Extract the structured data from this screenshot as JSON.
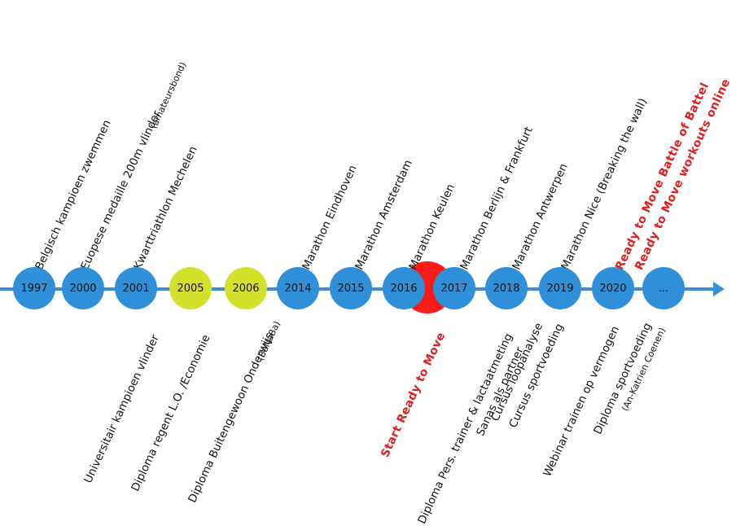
{
  "colors": {
    "line": "#3a8fd6",
    "node_blue": "#2f8fd8",
    "node_yellow": "#d4e12a",
    "highlight_red": "#ff1a1a",
    "text": "#111111",
    "text_red": "#e02020"
  },
  "timeline": {
    "nodes": [
      {
        "year": "1997",
        "color": "blue"
      },
      {
        "year": "2000",
        "color": "blue"
      },
      {
        "year": "2001",
        "color": "blue"
      },
      {
        "year": "2005",
        "color": "yellow"
      },
      {
        "year": "2006",
        "color": "yellow"
      },
      {
        "year": "2014",
        "color": "blue"
      },
      {
        "year": "2015",
        "color": "blue"
      },
      {
        "year": "2016",
        "color": "blue"
      },
      {
        "year": "2017",
        "color": "blue"
      },
      {
        "year": "2018",
        "color": "blue"
      },
      {
        "year": "2019",
        "color": "blue"
      },
      {
        "year": "2020",
        "color": "blue"
      },
      {
        "year": "...",
        "color": "blue"
      }
    ],
    "labels_above": [
      {
        "text": "Belgisch kampioen zwemmen"
      },
      {
        "text": "Euopese medaille 200m vlinder"
      },
      {
        "text": "(amateursbond)"
      },
      {
        "text": "Kwarttriathlon Mechelen"
      },
      {
        "text": "Marathon Eindhoven"
      },
      {
        "text": "Marathon Amsterdam"
      },
      {
        "text": "Marathon Keulen"
      },
      {
        "text": "Marathon Berlijn & Frankfurt"
      },
      {
        "text": "Marathon Antwerpen"
      },
      {
        "text": "Marathon Nice (Breaking the wall)"
      },
      {
        "text": "Ready to Move Battle of Battel"
      },
      {
        "text": "Ready to Move workouts online"
      }
    ],
    "labels_below": [
      {
        "text": "Universitair kampioen vlinder"
      },
      {
        "text": "Diploma regent L.O. /Economie"
      },
      {
        "text": "Diploma Buitengewoon Onderwijs"
      },
      {
        "text": "(BaNaBa)"
      },
      {
        "text": "Start Ready to Move"
      },
      {
        "text": "Diploma Pers. trainer & lactaatmeting"
      },
      {
        "text": "Sanas als partner"
      },
      {
        "text": "Cursus loopanalyse"
      },
      {
        "text": "Cursus sportvoeding"
      },
      {
        "text": "Webinar trainen op vermogen"
      },
      {
        "text": "Diploma sportvoeding"
      },
      {
        "text": "(An-Katrien Coenen)"
      }
    ]
  }
}
